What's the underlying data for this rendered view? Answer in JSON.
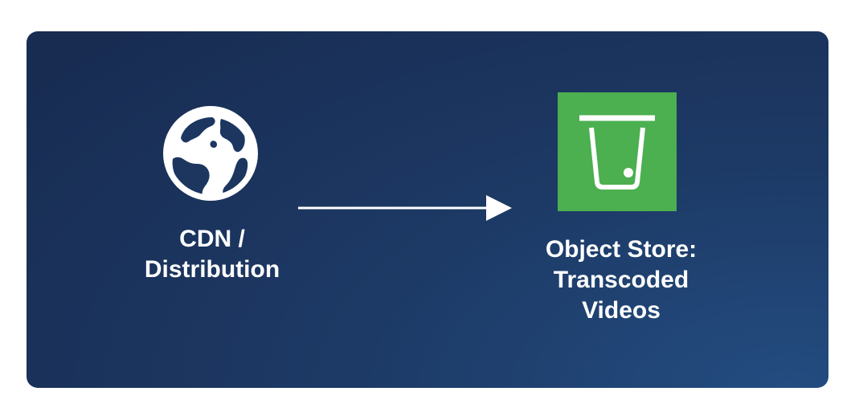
{
  "diagram": {
    "source": {
      "icon": "globe-icon",
      "label_lines": [
        "CDN /",
        "Distribution"
      ]
    },
    "target": {
      "icon": "bucket-icon",
      "label_lines": [
        "Object Store:",
        "Transcoded",
        "Videos"
      ]
    },
    "edge": {
      "icon": "arrow-right-icon"
    }
  },
  "colors": {
    "panel_dark": "#182c52",
    "panel_light": "#234c80",
    "bucket_tile": "#4caf50",
    "foreground": "#ffffff"
  }
}
